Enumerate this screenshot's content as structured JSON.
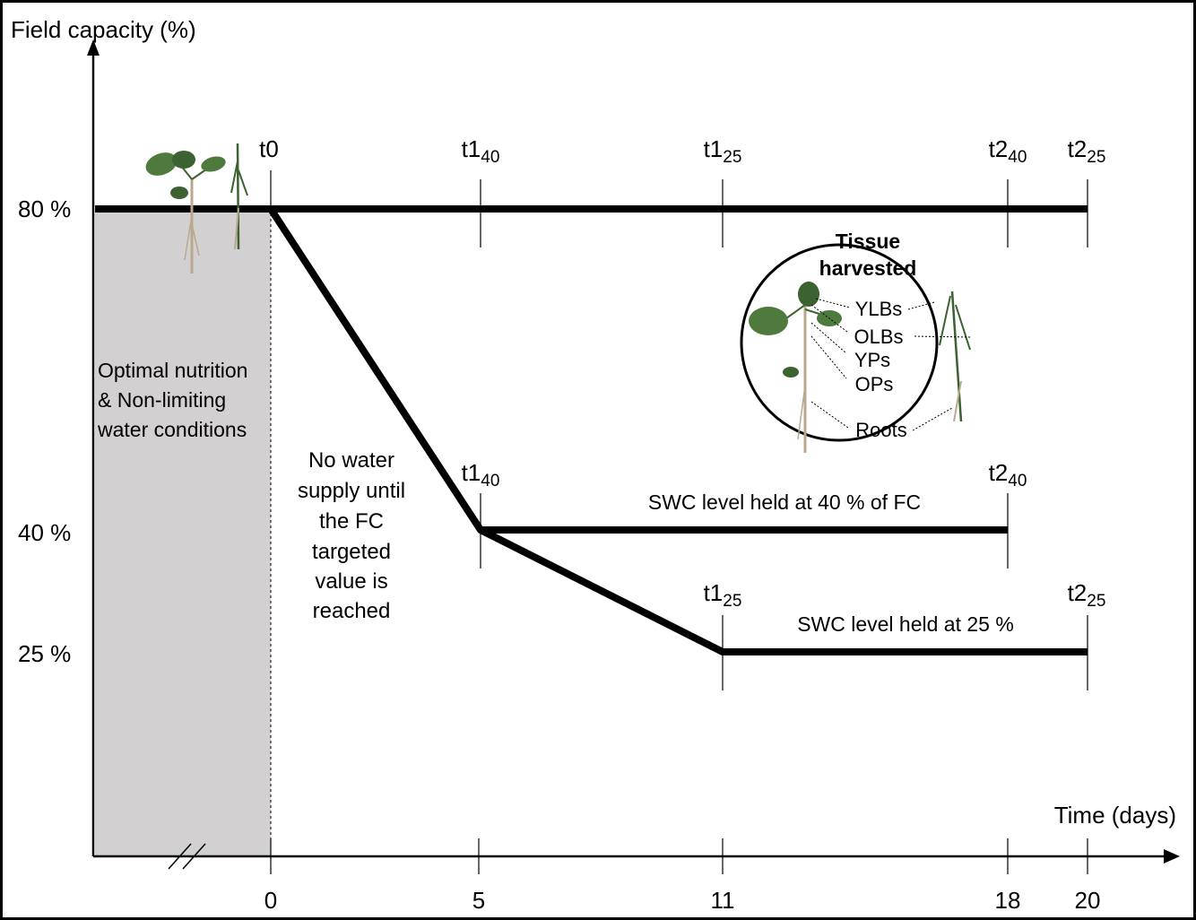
{
  "y_axis_title": "Field capacity (%)",
  "x_axis_title": "Time (days)",
  "y_levels": [
    {
      "label": "80 %",
      "value": 80
    },
    {
      "label": "40 %",
      "value": 40
    },
    {
      "label": "25 %",
      "value": 25
    }
  ],
  "x_ticks": [
    "0",
    "5",
    "11",
    "18",
    "20"
  ],
  "timepoints_top": [
    {
      "base": "t0",
      "sub": ""
    },
    {
      "base": "t1",
      "sub": "40"
    },
    {
      "base": "t1",
      "sub": "25"
    },
    {
      "base": "t2",
      "sub": "40"
    },
    {
      "base": "t2",
      "sub": "25"
    }
  ],
  "timepoints_mid": [
    {
      "base": "t1",
      "sub": "40"
    },
    {
      "base": "t2",
      "sub": "40"
    },
    {
      "base": "t1",
      "sub": "25"
    },
    {
      "base": "t2",
      "sub": "25"
    }
  ],
  "shaded_region_text": [
    "Optimal nutrition",
    "& Non-limiting",
    "water conditions"
  ],
  "no_water_text": [
    "No water",
    "supply until",
    "the FC",
    "targeted",
    "value is",
    "reached"
  ],
  "swc40_label": "SWC level held at 40 % of FC",
  "swc25_label": "SWC level held at 25 %",
  "tissue_title": [
    "Tissue",
    "harvested"
  ],
  "tissues": [
    "YLBs",
    "OLBs",
    "YPs",
    "OPs",
    "Roots"
  ],
  "colors": {
    "shaded": "#d3d0d2",
    "line": "#000000",
    "leaf": "#4f7a3e",
    "leaf_dark": "#3b6230",
    "root": "#b8a98e"
  },
  "chart_data": {
    "type": "line",
    "xlabel": "Time (days)",
    "ylabel": "Field capacity (%)",
    "x_ticks": [
      0,
      5,
      11,
      18,
      20
    ],
    "y_ticks": [
      80,
      40,
      25
    ],
    "series": [
      {
        "x": [
          0,
          20
        ],
        "y": [
          80,
          80
        ]
      },
      {
        "x": [
          0,
          5,
          18
        ],
        "y": [
          80,
          40,
          40
        ]
      },
      {
        "x": [
          0,
          5,
          11,
          20
        ],
        "y": [
          80,
          40,
          25,
          25
        ]
      }
    ]
  }
}
